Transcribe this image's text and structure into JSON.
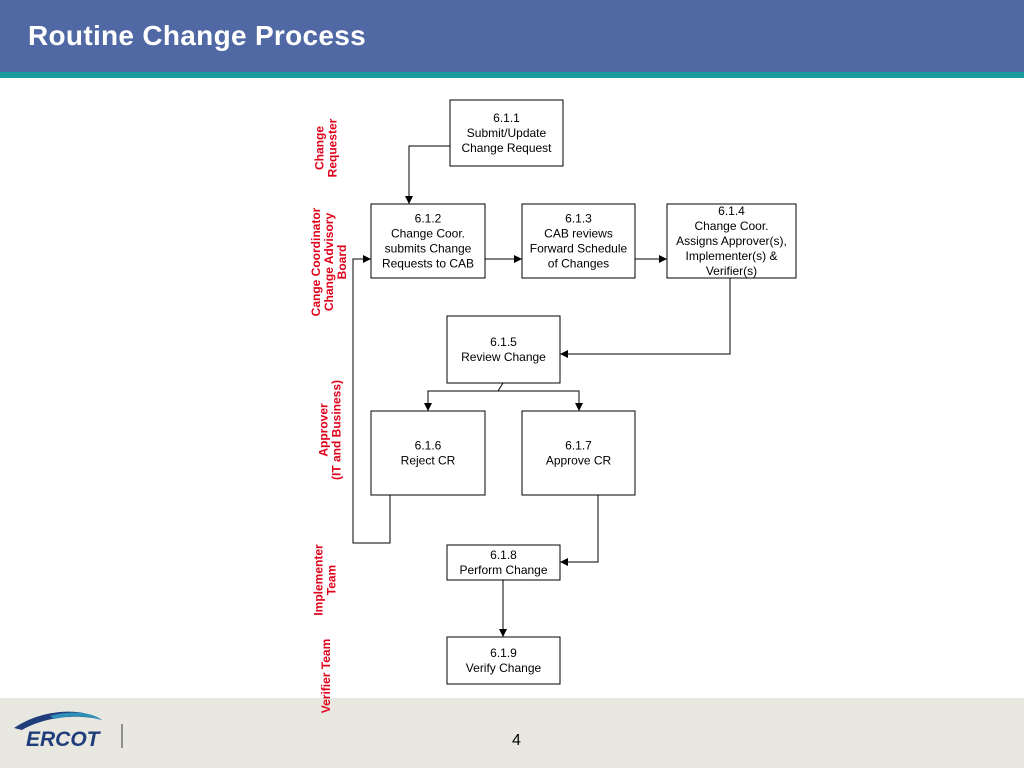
{
  "slide": {
    "title": "Routine Change Process",
    "page_number": "4"
  },
  "logo": {
    "text": "ERCOT"
  },
  "lanes": [
    {
      "id": "change-requester",
      "lines": [
        "Change",
        "Requester"
      ]
    },
    {
      "id": "change-coordinator",
      "lines": [
        "Cange Coordinator",
        "Change Advisory",
        "Board"
      ]
    },
    {
      "id": "approver",
      "lines": [
        "Approver",
        "(IT and Business)"
      ]
    },
    {
      "id": "implementer",
      "lines": [
        "Implementer",
        "Team"
      ]
    },
    {
      "id": "verifier",
      "lines": [
        "Verifier Team"
      ]
    }
  ],
  "steps": [
    {
      "id": "6.1.1",
      "lines": [
        "6.1.1",
        "Submit/Update",
        "Change Request"
      ]
    },
    {
      "id": "6.1.2",
      "lines": [
        "6.1.2",
        "Change Coor.",
        "submits Change",
        "Requests to CAB"
      ]
    },
    {
      "id": "6.1.3",
      "lines": [
        "6.1.3",
        "CAB reviews",
        "Forward Schedule",
        "of Changes"
      ]
    },
    {
      "id": "6.1.4",
      "lines": [
        "6.1.4",
        "Change Coor.",
        "Assigns Approver(s),",
        "Implementer(s) &",
        "Verifier(s)"
      ]
    },
    {
      "id": "6.1.5",
      "lines": [
        "6.1.5",
        "Review Change"
      ]
    },
    {
      "id": "6.1.6",
      "lines": [
        "6.1.6",
        "Reject CR"
      ]
    },
    {
      "id": "6.1.7",
      "lines": [
        "6.1.7",
        "Approve CR"
      ]
    },
    {
      "id": "6.1.8",
      "lines": [
        "6.1.8",
        "Perform Change"
      ]
    },
    {
      "id": "6.1.9",
      "lines": [
        "6.1.9",
        "Verify Change"
      ]
    }
  ],
  "connectors": [
    {
      "from": "6.1.1",
      "to": "6.1.2"
    },
    {
      "from": "6.1.2",
      "to": "6.1.3"
    },
    {
      "from": "6.1.3",
      "to": "6.1.4"
    },
    {
      "from": "6.1.4",
      "to": "6.1.5"
    },
    {
      "from": "6.1.5",
      "to": "6.1.6"
    },
    {
      "from": "6.1.5",
      "to": "6.1.7"
    },
    {
      "from": "6.1.6",
      "to": "6.1.2"
    },
    {
      "from": "6.1.7",
      "to": "6.1.8"
    },
    {
      "from": "6.1.8",
      "to": "6.1.9"
    }
  ]
}
